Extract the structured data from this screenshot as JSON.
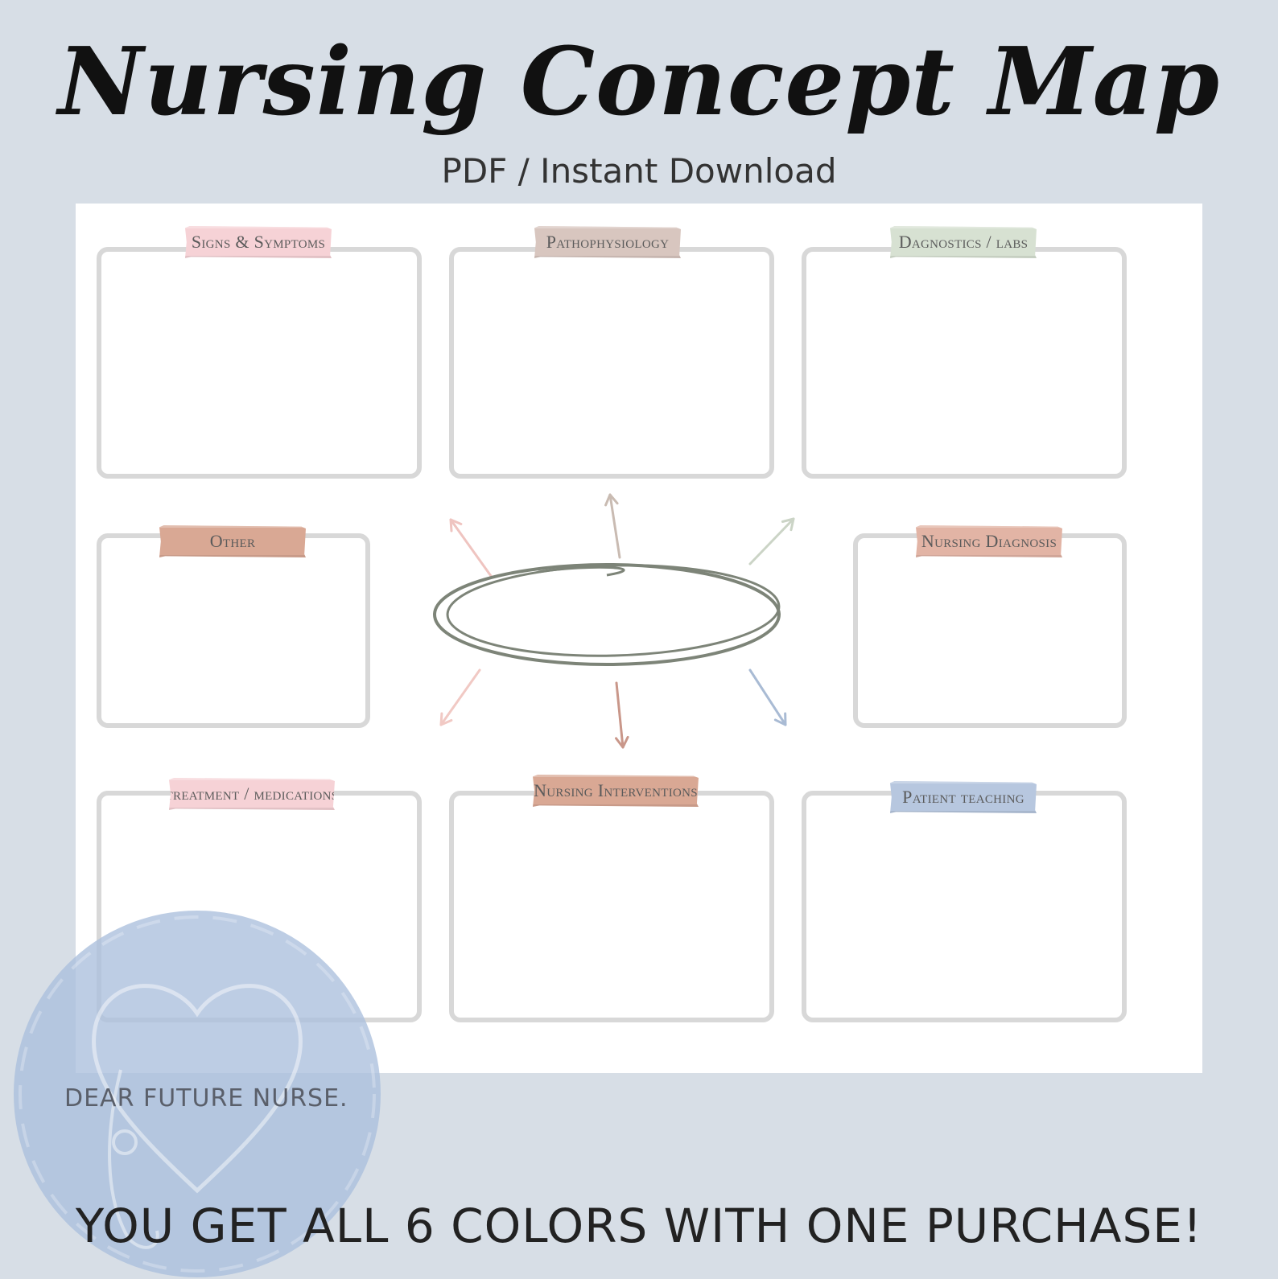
{
  "header": {
    "title": "Nursing Concept Map",
    "subtitle": "PDF / Instant Download"
  },
  "boxes": [
    {
      "label": "Signs & Symptoms",
      "tape_color": "#f6d2d6"
    },
    {
      "label": "Pathophysiology",
      "tape_color": "#d8c6bf"
    },
    {
      "label": "Dagnostics / labs",
      "tape_color": "#d7e1d2"
    },
    {
      "label": "Other",
      "tape_color": "#d9a894"
    },
    {
      "label": "Nursing Diagnosis",
      "tape_color": "#e2b4a5"
    },
    {
      "label": "treatment / medications",
      "tape_color": "#f6d2d6"
    },
    {
      "label": "Nursing Interventions",
      "tape_color": "#d9a894"
    },
    {
      "label": "Patient teaching",
      "tape_color": "#b7c7df"
    }
  ],
  "arrow_colors": {
    "up_left": "#efc4c0",
    "up": "#c9bbb2",
    "up_right": "#cbd4c6",
    "down_left": "#f1c9c4",
    "down": "#c9978a",
    "down_right": "#a9bbd4",
    "ellipse": "#7d8478"
  },
  "watermark": {
    "text": "DEAR FUTURE NURSE.",
    "color": "#aabfdc"
  },
  "footer": {
    "text": "YOU GET ALL 6 COLORS WITH ONE PURCHASE!"
  }
}
